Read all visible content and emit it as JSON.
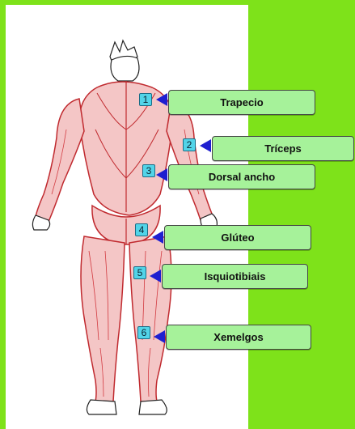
{
  "colors": {
    "background": "#7ee21a",
    "paper": "#ffffff",
    "label_fill": "#a6f29a",
    "marker_fill": "#52d4e8",
    "arrow": "#1f1fd0",
    "muscle": "#e0474c"
  },
  "labels": [
    {
      "number": "1",
      "text": "Trapecio"
    },
    {
      "number": "2",
      "text": "Tríceps"
    },
    {
      "number": "3",
      "text": "Dorsal ancho"
    },
    {
      "number": "4",
      "text": "Glúteo"
    },
    {
      "number": "5",
      "text": "Isquiotibiais"
    },
    {
      "number": "6",
      "text": "Xemelgos"
    }
  ]
}
